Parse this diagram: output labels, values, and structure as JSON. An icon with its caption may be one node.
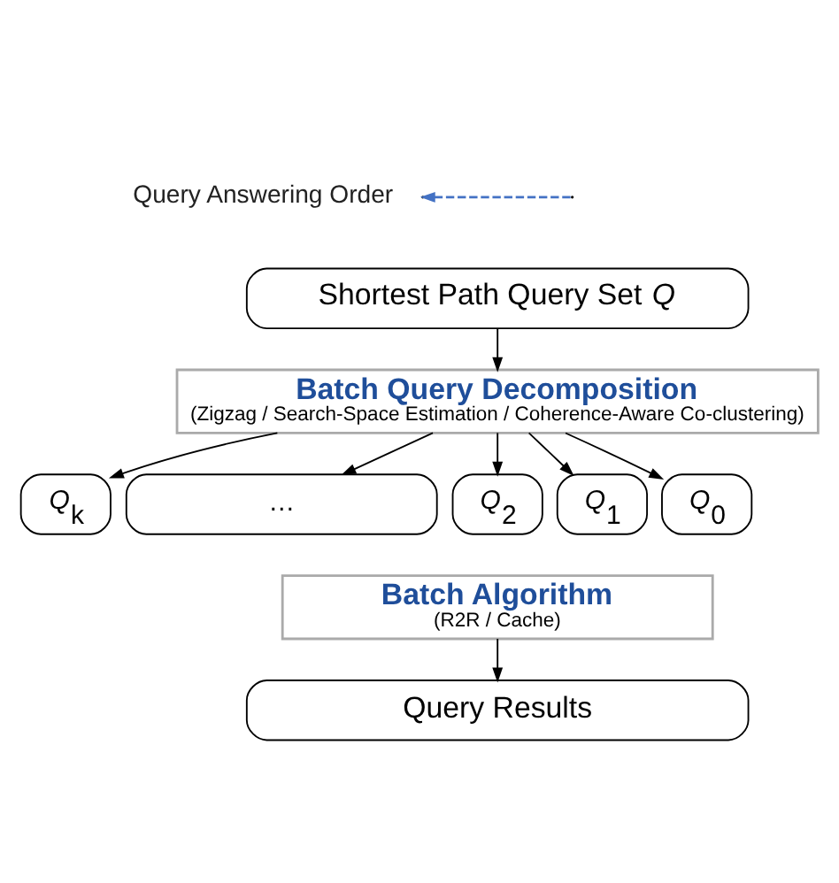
{
  "diagram": {
    "nodes": [
      {
        "text": [
          "Shortest Path Query Set *Q*"
        ]
      },
      {
        "text": [
          "Batch Query Decomposition",
          "(Zigzag / Search-Space Estimation / Coherence-Aware Co-clustering)"
        ]
      },
      {
        "text": [
          "*Q*$_{k}$"
        ]
      },
      {
        "text": [
          "…"
        ]
      },
      {
        "text": [
          "*Q*$_{2}$"
        ]
      },
      {
        "text": [
          "*Q*$_{1}$"
        ]
      },
      {
        "text": [
          "*Q*$_{0}$"
        ]
      },
      {
        "text": [
          "Batch Algorithm",
          "(R2R / Cache)"
        ]
      },
      {
        "text": [
          "Query Results"
        ]
      }
    ],
    "edges": [
      {
        "from": 0,
        "to": 1,
        "arrow": "to"
      },
      {
        "from": 1,
        "to": 2,
        "arrow": "to"
      },
      {
        "from": 1,
        "to": 3,
        "arrow": "to"
      },
      {
        "from": 1,
        "to": 4,
        "arrow": "to"
      },
      {
        "from": 1,
        "to": 5,
        "arrow": "to"
      },
      {
        "from": 1,
        "to": 6,
        "arrow": "to"
      },
      {
        "from": 7,
        "to": 8,
        "arrow": "to"
      }
    ],
    "labels": [
      "Query Answering Order"
    ]
  }
}
